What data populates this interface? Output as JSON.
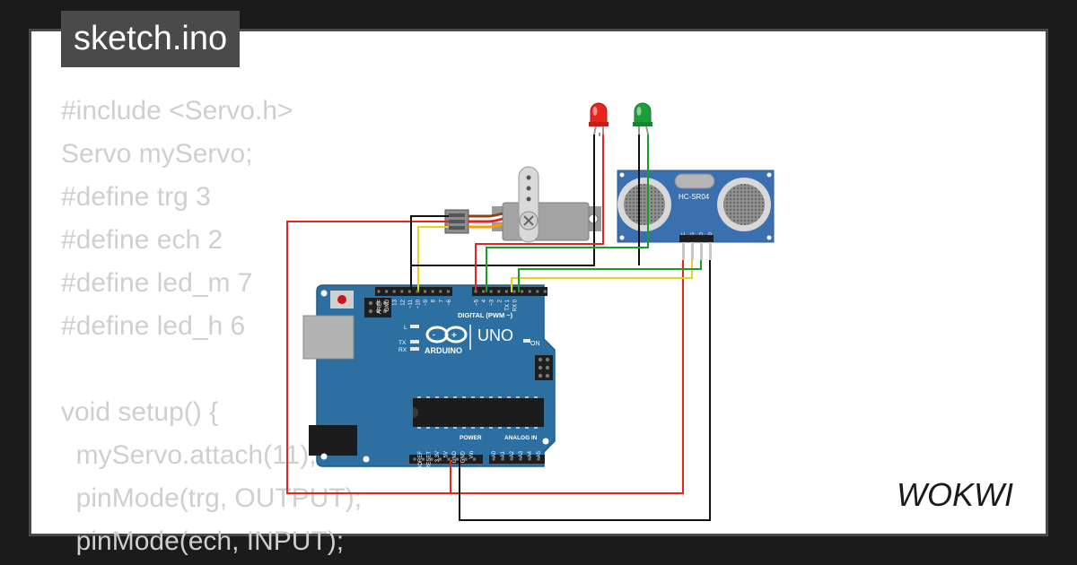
{
  "file_tab": "sketch.ino",
  "code_lines": [
    "#include <Servo.h>",
    "Servo myServo;",
    "#define trg 3",
    "#define ech 2",
    "#define led_m 7",
    "#define led_h 6",
    "",
    "void setup() {",
    "  myServo.attach(11);",
    "  pinMode(trg, OUTPUT);",
    "  pinMode(ech, INPUT);"
  ],
  "board": {
    "model_label": "UNO",
    "brand_label": "ARDUINO",
    "digital_header_label": "DIGITAL (PWM ~)",
    "power_label": "POWER",
    "analog_label": "ANALOG IN",
    "on_label": "ON",
    "l_label": "L",
    "tx_label": "TX",
    "rx_label": "RX",
    "digital_pins": [
      "AREF",
      "GND",
      "13",
      "12",
      "~11",
      "~10",
      "~9",
      "8",
      "7",
      "~6",
      "~5",
      "4",
      "~3",
      "2",
      "TX 1",
      "RX 0"
    ],
    "power_pins": [
      "IOREF",
      "RESET",
      "3.3V",
      "5V",
      "GND",
      "GND",
      "Vin"
    ],
    "analog_pins": [
      "A0",
      "A1",
      "A2",
      "A3",
      "A4",
      "A5"
    ]
  },
  "sensor": {
    "label": "HC-SR04",
    "pins": [
      "VCC",
      "TRIG",
      "ECHO",
      "GND"
    ]
  },
  "leds": [
    {
      "color_name": "red",
      "color": "#e8241c"
    },
    {
      "color_name": "green",
      "color": "#1e9e3a"
    }
  ],
  "wire_colors": {
    "red": "#e8231d",
    "black": "#111111",
    "green": "#1a9e24",
    "yellow": "#e8d21c"
  },
  "logo_text": "WOKWI"
}
